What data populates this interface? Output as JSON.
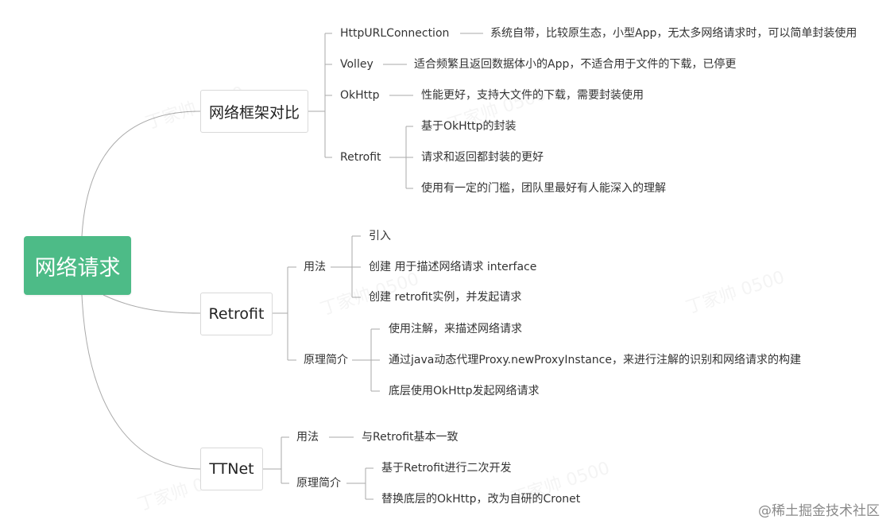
{
  "root": {
    "label": "网络请求"
  },
  "topics": {
    "frameworks": {
      "label": "网络框架对比",
      "items": [
        {
          "name": "HttpURLConnection",
          "desc": "系统自带，比较原生态，小型App，无太多网络请求时，可以简单封装使用"
        },
        {
          "name": "Volley",
          "desc": "适合频繁且返回数据体小的App，不适合用于文件的下载，已停更"
        },
        {
          "name": "OkHttp",
          "desc": "性能更好，支持大文件的下载，需要封装使用"
        },
        {
          "name": "Retrofit",
          "notes": [
            "基于OkHttp的封装",
            "请求和返回都封装的更好",
            "使用有一定的门槛，团队里最好有人能深入的理解"
          ]
        }
      ]
    },
    "retrofit": {
      "label": "Retrofit",
      "usage": {
        "label": "用法",
        "items": [
          "引入",
          "创建 用于描述网络请求 interface",
          "创建 retrofit实例，并发起请求"
        ]
      },
      "principle": {
        "label": "原理简介",
        "items": [
          "使用注解，来描述网络请求",
          "通过java动态代理Proxy.newProxyInstance，来进行注解的识别和网络请求的构建",
          "底层使用OkHttp发起网络请求"
        ]
      }
    },
    "ttnet": {
      "label": "TTNet",
      "usage": {
        "label": "用法",
        "desc": "与Retrofit基本一致"
      },
      "principle": {
        "label": "原理简介",
        "items": [
          "基于Retrofit进行二次开发",
          "替换底层的OkHttp，改为自研的Cronet"
        ]
      }
    }
  },
  "watermark": "丁家帅 0500",
  "brand": "@稀土掘金技术社区",
  "colors": {
    "root_fill": "#4dbb87",
    "line": "#aaaaaa",
    "topic_border": "#d9d9d9"
  }
}
